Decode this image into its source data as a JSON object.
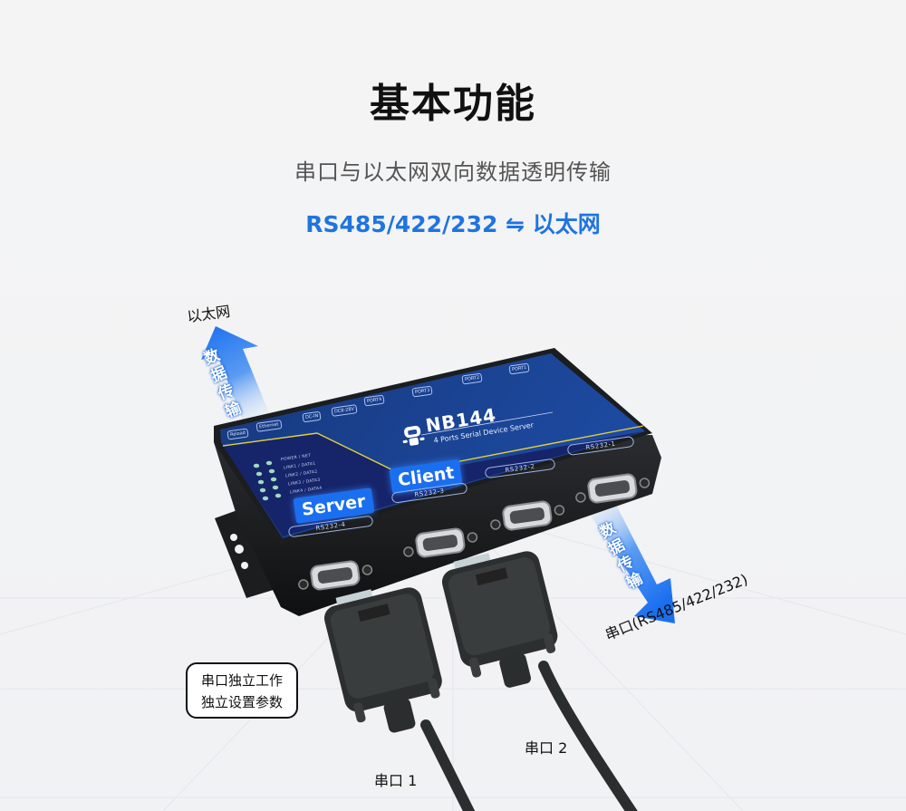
{
  "header": {
    "title": "基本功能",
    "subtitle": "串口与以太网双向数据透明传输",
    "highlight": "RS485/422/232 ⇋ 以太网"
  },
  "colors": {
    "accent_blue": "#1f74e0",
    "device_panel": "#1a3f8c",
    "device_body": "#1b1d1f",
    "badge_blue": "#1a6ff0",
    "background": "#f4f4f5"
  },
  "diagram": {
    "ethernet_label": "以太网",
    "serial_label": "串口(RS485/422/232)",
    "arrow_up_text": [
      "数",
      "据",
      "传",
      "输"
    ],
    "arrow_down_text": [
      "数",
      "据",
      "传",
      "输"
    ],
    "callout": {
      "line1": "串口独立工作",
      "line2": "独立设置参数"
    },
    "port1_label": "串口 1",
    "port2_label": "串口 2"
  },
  "device": {
    "model": "NB144",
    "description": "4 Ports Serial Device Server",
    "top_tags": [
      "Reload",
      "Ethernet",
      "DC-IN",
      "DC8-28V",
      "PORT4",
      "PORT3",
      "PORT2",
      "PORT1"
    ],
    "led_labels": [
      "POWER / NET",
      "LINK1 / DATA1",
      "LINK2 / DATA2",
      "LINK3 / DATA3",
      "LINK4 / DATA4"
    ],
    "server_badge": "Server",
    "client_badge": "Client",
    "ports": [
      "RS232-4",
      "RS232-3",
      "RS232-2",
      "RS232-1"
    ]
  }
}
